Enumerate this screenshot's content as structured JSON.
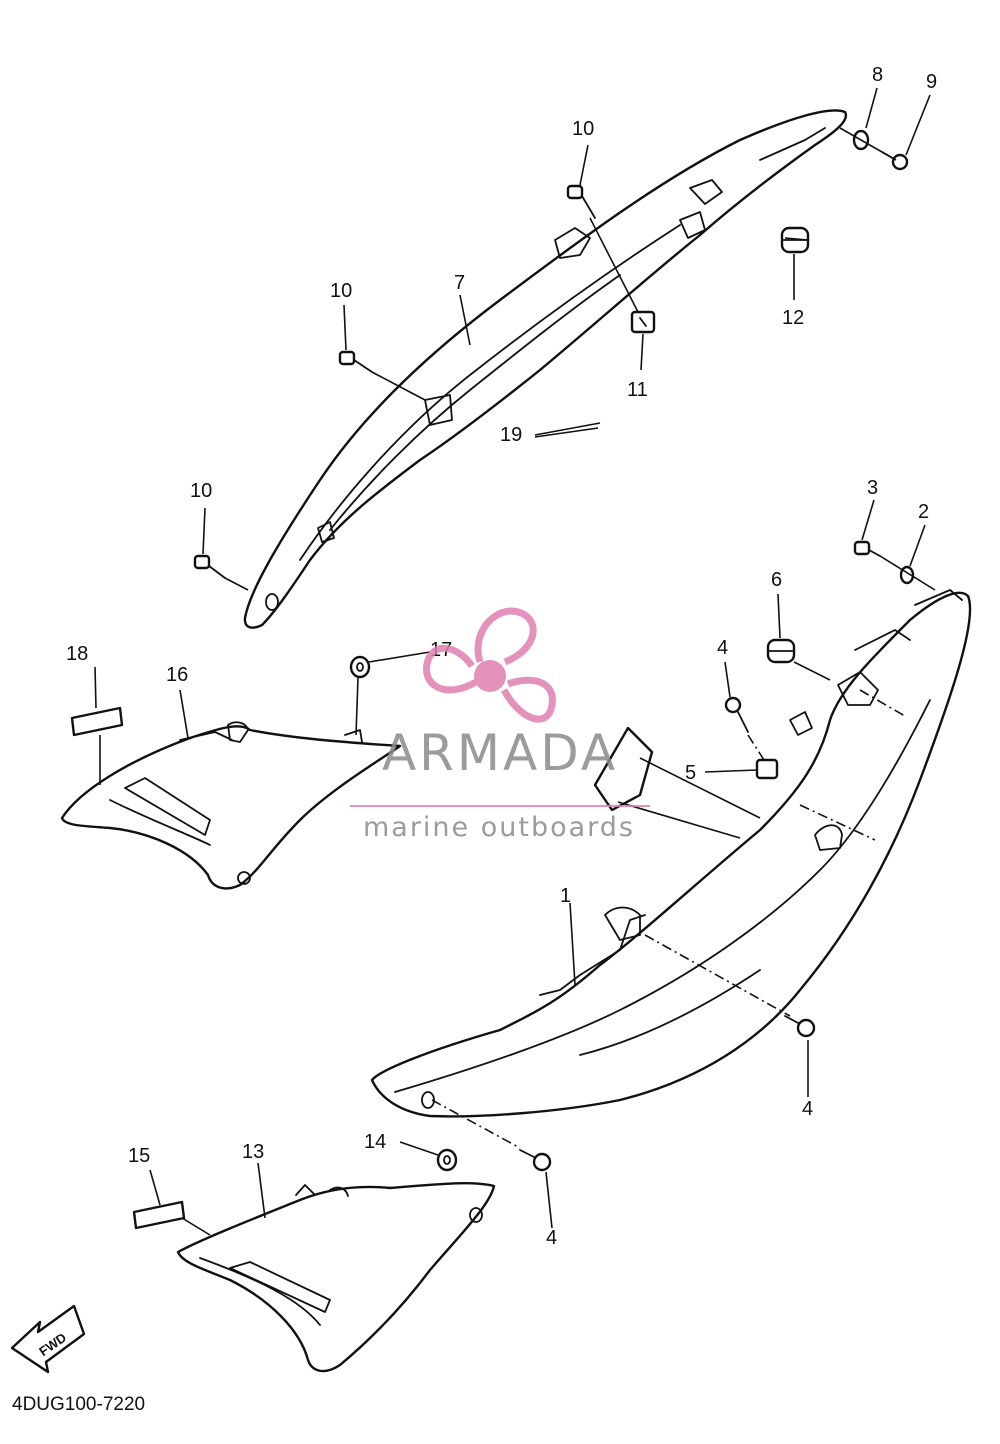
{
  "callouts": {
    "n1": "1",
    "n2": "2",
    "n3": "3",
    "n4a": "4",
    "n4b": "4",
    "n4c": "4",
    "n5": "5",
    "n6": "6",
    "n7": "7",
    "n8": "8",
    "n9": "9",
    "n10a": "10",
    "n10b": "10",
    "n10c": "10",
    "n11": "11",
    "n12": "12",
    "n13": "13",
    "n14": "14",
    "n15": "15",
    "n16": "16",
    "n17": "17",
    "n18": "18",
    "n19": "19"
  },
  "watermark": {
    "brand": "ARMADA",
    "tagline": "marine outboards",
    "accent_color": "#e07fb0"
  },
  "arrow_label": "FWD",
  "diagram_code": "4DUG100-7220"
}
